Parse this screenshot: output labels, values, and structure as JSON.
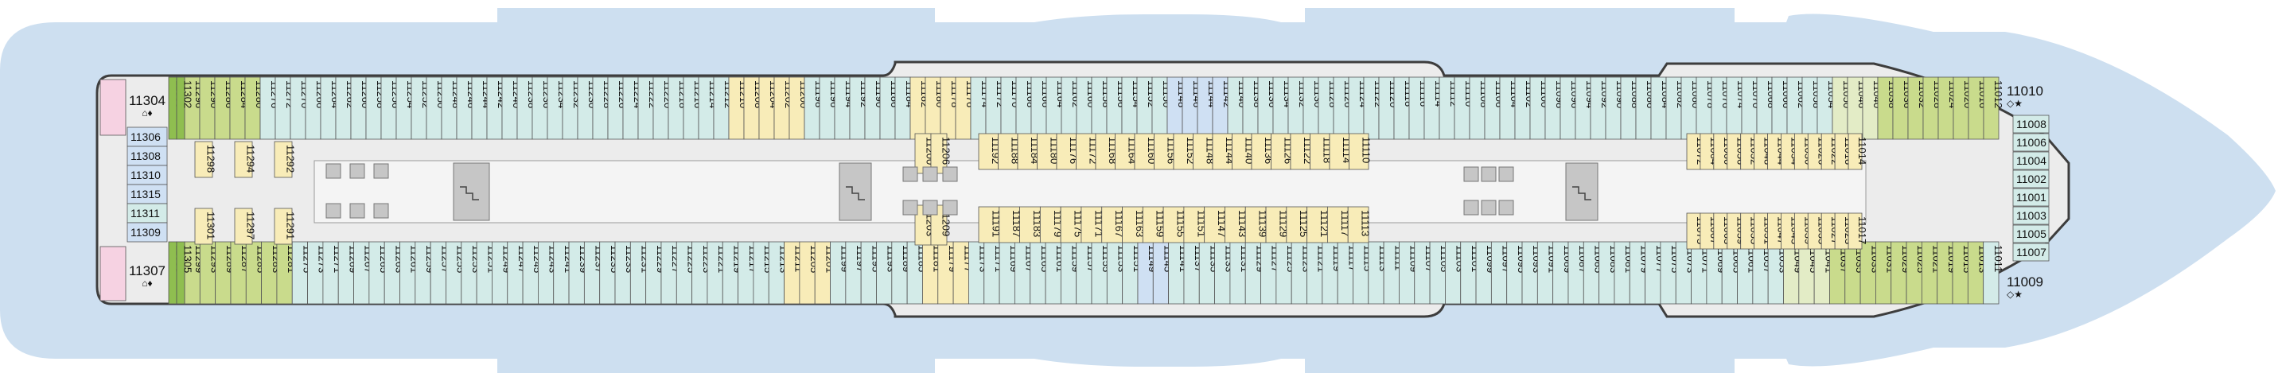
{
  "deck": {
    "colors": {
      "water": "#cddff0",
      "hull": "#ececec",
      "outline": "#3d3d3d",
      "cabin_teal": "#d3ebe8",
      "cabin_blue": "#cfe0f3",
      "cabin_yellow": "#f8ecb8",
      "cabin_lightgreen": "#e3ecc6",
      "cabin_green": "#c9db8c",
      "cabin_darkgreen": "#8fbe50",
      "cabin_pink": "#f6d2e2",
      "stair": "#c6c6c6"
    },
    "icons": [
      "stairs-icon",
      "elevator-icon",
      "bed-symbol-icon",
      "accessible-icon"
    ],
    "stern": {
      "top_suite": {
        "number": "11304",
        "symbol": "⌂♦"
      },
      "bottom_suite": {
        "number": "11307",
        "symbol": "⌂♦"
      },
      "center_cabins": [
        "11306",
        "11308",
        "11310",
        "11315",
        "11311",
        "11309"
      ],
      "upper_stack": [
        "11300",
        "11302"
      ],
      "lower_stack": [
        "11303",
        "11305"
      ],
      "inner_upper": [
        "11298",
        "11294",
        "11292"
      ],
      "inner_lower": [
        "11301",
        "11297",
        "11291"
      ]
    },
    "bow": {
      "top_suite": {
        "number": "11010",
        "symbol": "◇★"
      },
      "bottom_suite": {
        "number": "11009",
        "symbol": "◇★"
      },
      "side_cabins": [
        "11008",
        "11006",
        "11004",
        "11002",
        "11001",
        "11003",
        "11005",
        "11007"
      ]
    },
    "port_row": [
      "11296",
      "11290",
      "11286",
      "11284",
      "11280",
      "11276",
      "11272",
      "11270",
      "11266",
      "11264",
      "11262",
      "11260",
      "11258",
      "11256",
      "11254",
      "11252",
      "11250",
      "11248",
      "11246",
      "11244",
      "11242",
      "11240",
      "11238",
      "11236",
      "11234",
      "11232",
      "11230",
      "11228",
      "11226",
      "11224",
      "11222",
      "11220",
      "11218",
      "11216",
      "11214",
      "11212",
      "11210",
      "11208",
      "11204",
      "11202",
      "11200",
      "11198",
      "11196",
      "11194",
      "11192",
      "11190",
      "11186",
      "11184",
      "11182",
      "11180",
      "11178",
      "11176",
      "11174",
      "11172",
      "11170",
      "11168",
      "11166",
      "11164",
      "11162",
      "11160",
      "11158",
      "11156",
      "11154",
      "11152",
      "11150",
      "11148",
      "11146",
      "11144",
      "11142",
      "11140",
      "11138",
      "11136",
      "11134",
      "11132",
      "11130",
      "11128",
      "11126",
      "11124",
      "11122",
      "11120",
      "11118",
      "11116",
      "11114",
      "11112",
      "11110",
      "11108",
      "11106",
      "11104",
      "11102",
      "11100",
      "11098",
      "11096",
      "11094",
      "11092",
      "11090",
      "11088",
      "11086",
      "11084",
      "11082",
      "11080",
      "11078",
      "11076",
      "11074",
      "11070",
      "11068",
      "11066",
      "11062",
      "11058",
      "11054",
      "11050",
      "11046",
      "11040",
      "11038",
      "11036",
      "11032",
      "11028",
      "11024",
      "11020",
      "11016",
      "11012"
    ],
    "starboard_row": [
      "11299",
      "11293",
      "11289",
      "11287",
      "11285",
      "11283",
      "11281",
      "11275",
      "11273",
      "11271",
      "11269",
      "11267",
      "11265",
      "11263",
      "11261",
      "11259",
      "11257",
      "11255",
      "11253",
      "11251",
      "11249",
      "11247",
      "11245",
      "11243",
      "11241",
      "11239",
      "11237",
      "11235",
      "11233",
      "11231",
      "11229",
      "11227",
      "11225",
      "11223",
      "11221",
      "11219",
      "11217",
      "11215",
      "11213",
      "11211",
      "11205",
      "11201",
      "11199",
      "11197",
      "11195",
      "11193",
      "11189",
      "11185",
      "11181",
      "11179",
      "11177",
      "11173",
      "11171",
      "11169",
      "11167",
      "11165",
      "11161",
      "11159",
      "11157",
      "11155",
      "11153",
      "11151",
      "11149",
      "11145",
      "11141",
      "11137",
      "11135",
      "11133",
      "11131",
      "11129",
      "11127",
      "11125",
      "11123",
      "11121",
      "11119",
      "11117",
      "11115",
      "11113",
      "11111",
      "11109",
      "11107",
      "11105",
      "11103",
      "11101",
      "11099",
      "11097",
      "11095",
      "11093",
      "11091",
      "11089",
      "11087",
      "11085",
      "11083",
      "11081",
      "11079",
      "11077",
      "11075",
      "11073",
      "11071",
      "11069",
      "11065",
      "11061",
      "11057",
      "11053",
      "11049",
      "11045",
      "11041",
      "11037",
      "11035",
      "11033",
      "11031",
      "11029",
      "11025",
      "11021",
      "11019",
      "11015",
      "11013",
      "11011"
    ],
    "interior": {
      "aft": [
        "11200",
        "11206",
        "11203",
        "11209"
      ],
      "mid_upper": [
        "11192",
        "11188",
        "11184",
        "11180",
        "11176",
        "11172",
        "11168",
        "11164",
        "11160",
        "11156",
        "11152",
        "11148",
        "11144",
        "11140",
        "11136",
        "11126",
        "11122",
        "11118",
        "11114",
        "11110"
      ],
      "mid_lower": [
        "11191",
        "11187",
        "11183",
        "11179",
        "11175",
        "11171",
        "11167",
        "11163",
        "11159",
        "11155",
        "11151",
        "11147",
        "11143",
        "11139",
        "11129",
        "11125",
        "11121",
        "11117",
        "11113"
      ],
      "fwd_upper": [
        "11072",
        "11064",
        "11060",
        "11056",
        "11052",
        "11048",
        "11044",
        "11034",
        "11030",
        "11026",
        "11022",
        "11018",
        "11014"
      ],
      "fwd_lower": [
        "11075",
        "11067",
        "11063",
        "11059",
        "11055",
        "11051",
        "11047",
        "11043",
        "11039",
        "11035",
        "11027",
        "11023",
        "11017"
      ]
    }
  }
}
